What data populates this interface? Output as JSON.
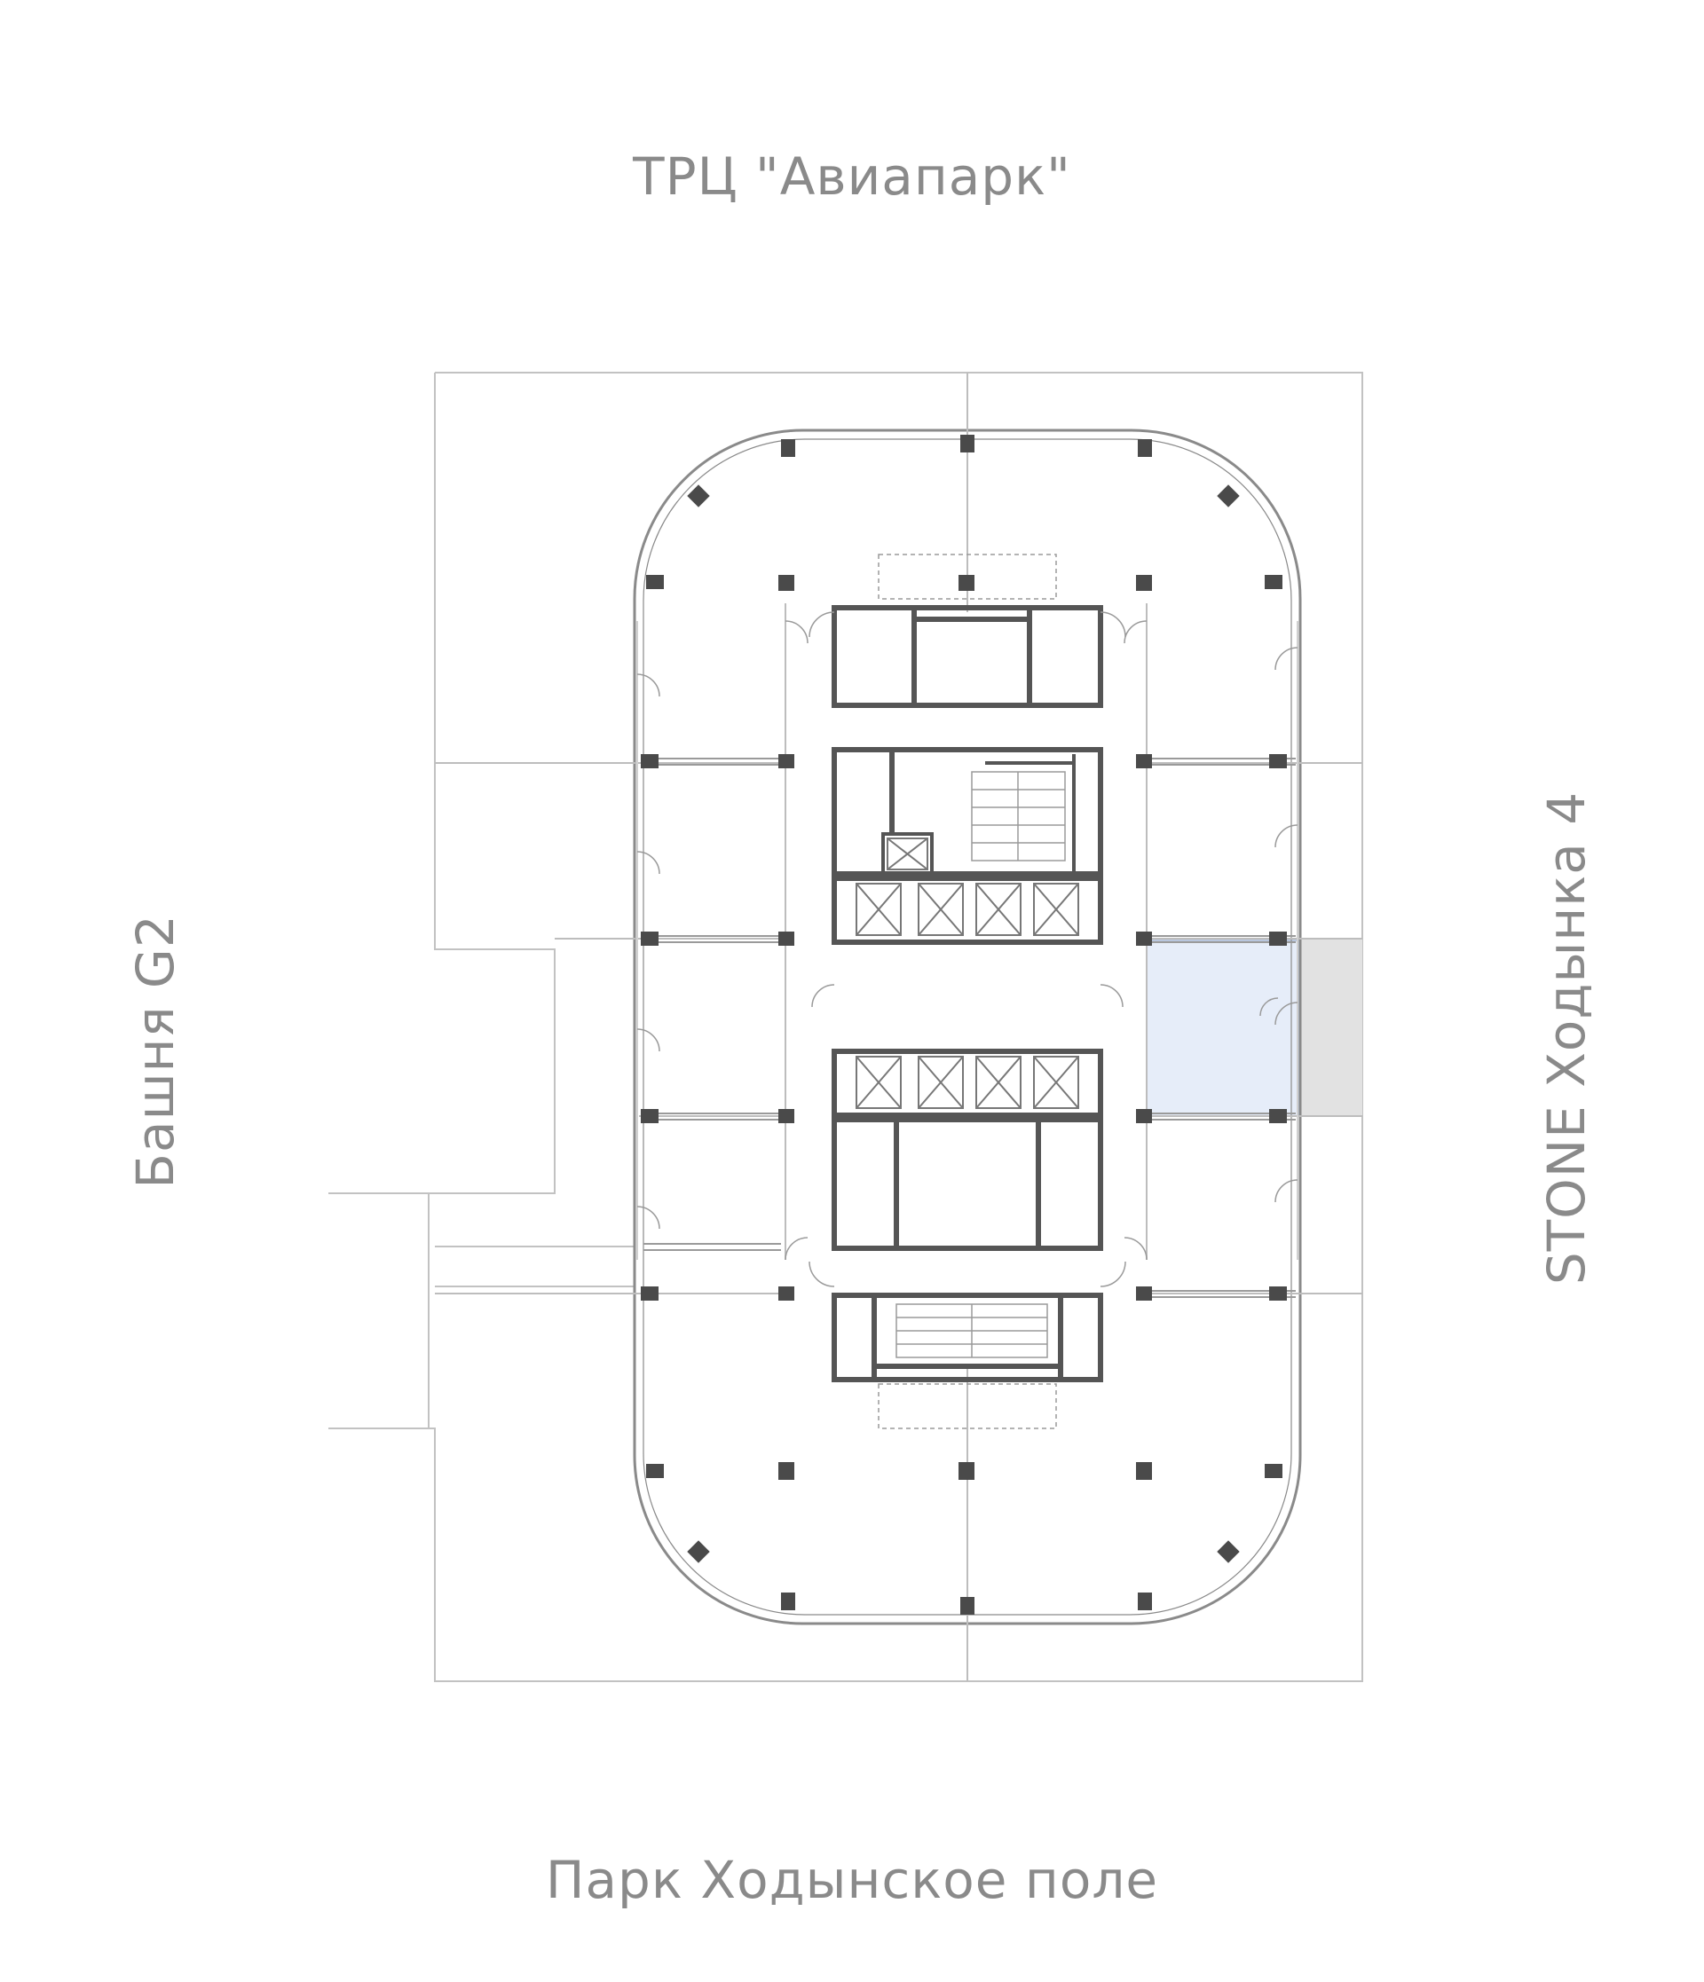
{
  "labels": {
    "top": "ТРЦ \"Авиапарк\"",
    "bottom": "Парк Ходынское поле",
    "left": "Башня G2",
    "right": "STONE Ходынка 4"
  },
  "colors": {
    "text": "#8a8a8a",
    "line": "#b5b5b5",
    "wall": "#555555",
    "column": "#4a4a4a",
    "selected_unit": "#e6edf9",
    "adjacent_area": "#e2e2e2"
  },
  "plan": {
    "selected_unit": "highlighted-office-unit"
  }
}
